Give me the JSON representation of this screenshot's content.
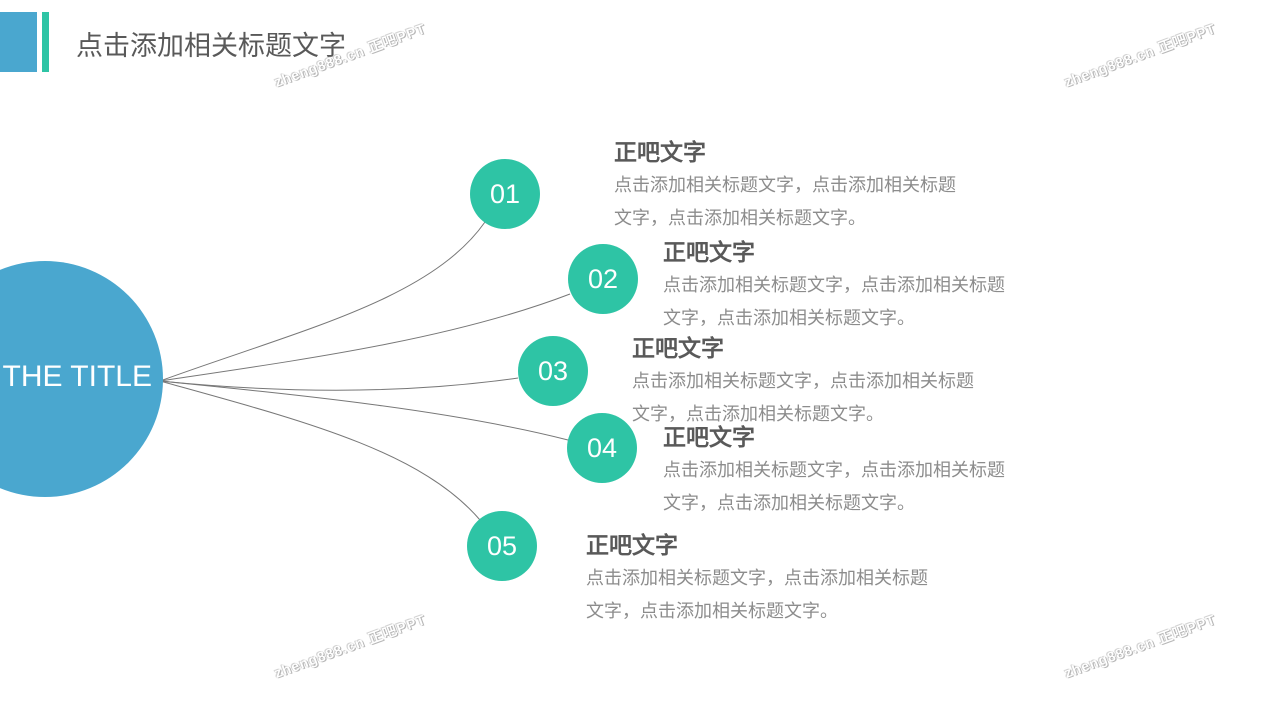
{
  "header": {
    "title": "点击添加相关标题文字"
  },
  "center": {
    "title": "THE TITLE"
  },
  "colors": {
    "blue": "#4aa7cf",
    "teal": "#2ec4a5"
  },
  "items": [
    {
      "num": "01",
      "title": "正吧文字",
      "line1": "点击添加相关标题文字，点击添加相关标题",
      "line2": "文字，点击添加相关标题文字。"
    },
    {
      "num": "02",
      "title": "正吧文字",
      "line1": "点击添加相关标题文字，点击添加相关标题",
      "line2": "文字，点击添加相关标题文字。"
    },
    {
      "num": "03",
      "title": "正吧文字",
      "line1": "点击添加相关标题文字，点击添加相关标题",
      "line2": "文字，点击添加相关标题文字。"
    },
    {
      "num": "04",
      "title": "正吧文字",
      "line1": "点击添加相关标题文字，点击添加相关标题",
      "line2": "文字，点击添加相关标题文字。"
    },
    {
      "num": "05",
      "title": "正吧文字",
      "line1": "点击添加相关标题文字，点击添加相关标题",
      "line2": "文字，点击添加相关标题文字。"
    }
  ],
  "watermark": "zheng888.cn 正吧PPT"
}
